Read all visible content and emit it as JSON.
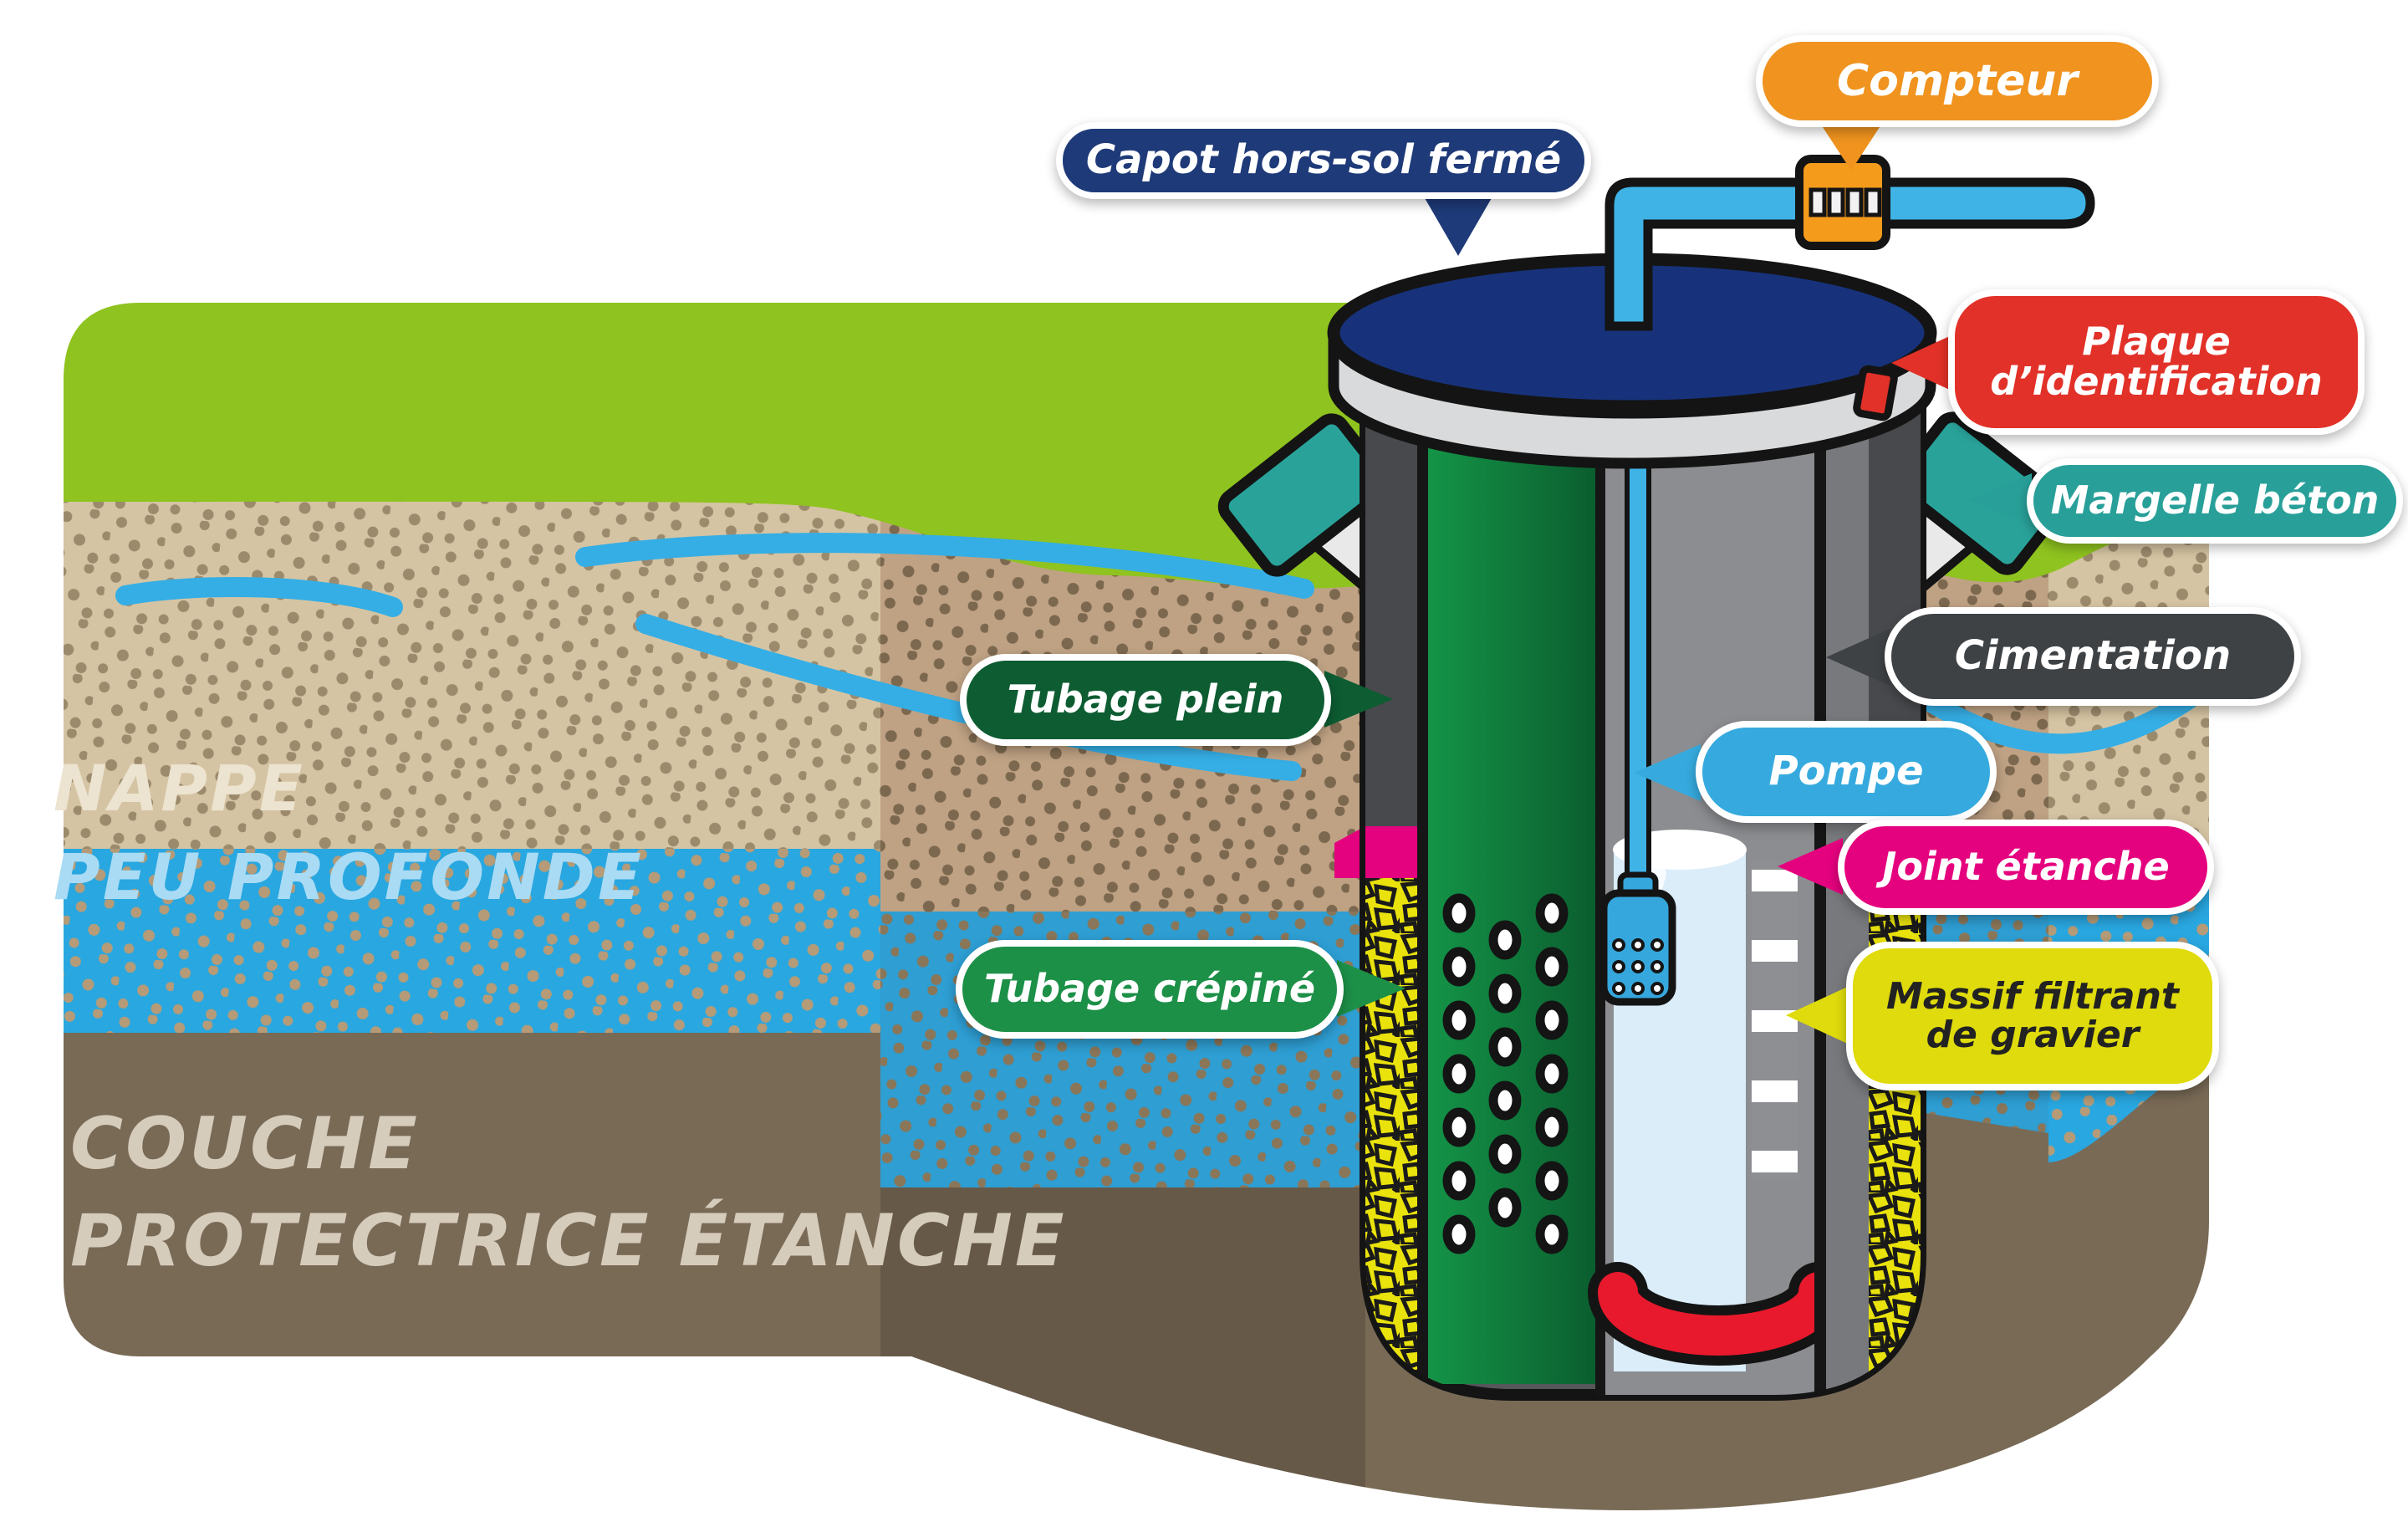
{
  "callouts": {
    "capot": {
      "label": "Capot hors-sol fermé",
      "color": "#1e3a78"
    },
    "compteur": {
      "label": "Compteur",
      "color": "#f0931f"
    },
    "plaque": {
      "label": "Plaque d’identification",
      "color": "#e23128"
    },
    "margelle": {
      "label": "Margelle béton",
      "color": "#28a099"
    },
    "cimentation": {
      "label": "Cimentation",
      "color": "#3f4245"
    },
    "pompe": {
      "label": "Pompe",
      "color": "#36aade"
    },
    "joint": {
      "label": "Joint étanche",
      "color": "#e5027e"
    },
    "massif": {
      "label": "Massif filtrant de gravier",
      "color": "#dfdb0c"
    },
    "tubage_plein": {
      "label": "Tubage plein",
      "color": "#0d5c32"
    },
    "tubage_crepine": {
      "label": "Tubage crépiné",
      "color": "#1d9048"
    }
  },
  "ground_labels": {
    "nappe_line1": "NAPPE",
    "nappe_line2": "PEU PROFONDE",
    "couche_line1": "COUCHE",
    "couche_line2": "PROTECTRICE ÉTANCHE"
  },
  "devices": {
    "water_meter": {
      "name": "compteur d'eau",
      "digit_windows": 4
    }
  },
  "colors": {
    "grass_green": "#8fc31f",
    "sand_tan": "#d5c4a3",
    "sand_tan_dark": "#bfa284",
    "sand_dots": "#9c8a6d",
    "aquifer_blue": "#29a7e0",
    "aquifer_blue_dark": "#2e9ed3",
    "protective_brown": "#796a56",
    "protective_brown_dark": "#675948",
    "casing_gray": "#55575a",
    "tube_green": "#0e6b38",
    "pipe_blue": "#3fb3e6",
    "gravel_yellow": "#e9e20c",
    "joint_pink": "#e5027e",
    "lid_navy": "#17327a",
    "collar_gray": "#d9dadb",
    "well_water": "#daedf9",
    "bottom_ring_red": "#e8192c"
  }
}
